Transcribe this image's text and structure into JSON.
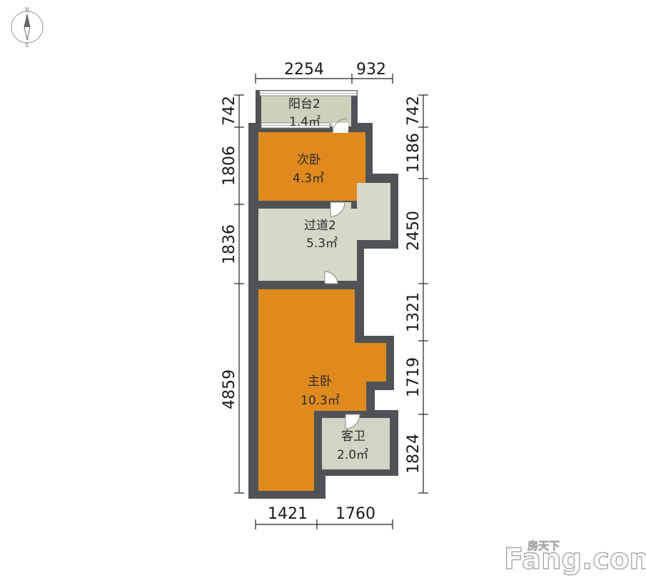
{
  "compass": {
    "north": "N",
    "south": "S"
  },
  "rooms": {
    "balcony": {
      "name": "阳台2",
      "area": "1.4㎡"
    },
    "second_bedroom": {
      "name": "次卧",
      "area": "4.3㎡"
    },
    "corridor": {
      "name": "过道2",
      "area": "5.3㎡"
    },
    "master_bedroom": {
      "name": "主卧",
      "area": "10.3㎡"
    },
    "guest_bath": {
      "name": "客卫",
      "area": "2.0㎡"
    }
  },
  "dimensions": {
    "top": [
      "2254",
      "932"
    ],
    "bottom": [
      "1421",
      "1760"
    ],
    "left": [
      "742",
      "1806",
      "1836",
      "4859"
    ],
    "right": [
      "742",
      "1186",
      "2450",
      "1321",
      "1719",
      "1824"
    ]
  },
  "watermark": {
    "brand": "Fang.com",
    "cn": "房天下"
  },
  "colors": {
    "wall": "#505356",
    "bedroom": "#e08a1e",
    "corridor": "#d6d8c8",
    "balcony": "#cdd0bb",
    "bath": "#d3d5c4"
  }
}
